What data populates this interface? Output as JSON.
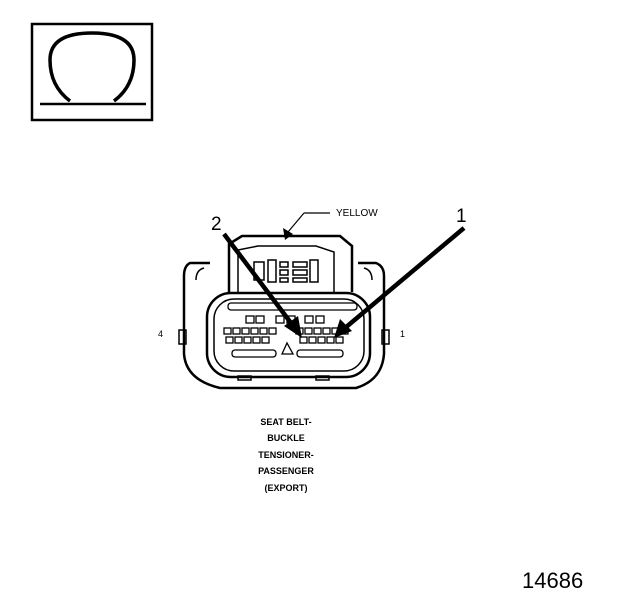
{
  "wire_color_label": "YELLOW",
  "callouts": [
    "1",
    "2"
  ],
  "pin_labels": {
    "left": "4",
    "right": "1"
  },
  "connector_name_lines": [
    "SEAT BELT-",
    "BUCKLE",
    "TENSIONER-",
    "PASSENGER",
    "(EXPORT)"
  ],
  "figure_number": "14686",
  "icon": "ohmmeter-symbol-icon"
}
